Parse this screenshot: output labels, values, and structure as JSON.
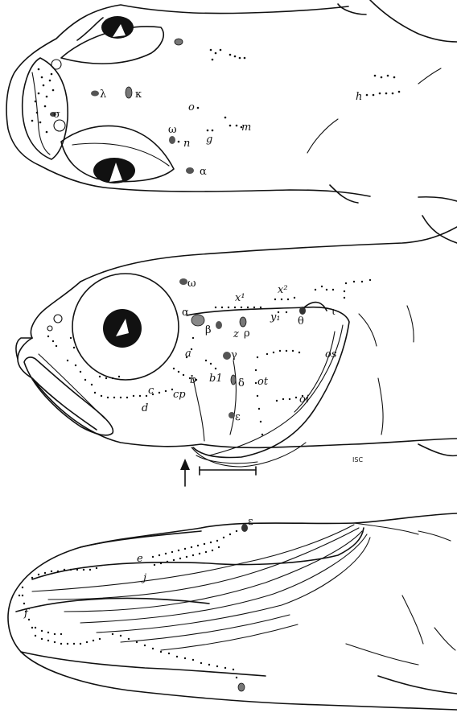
{
  "panels": [
    {
      "id": "dorsal",
      "labels": {
        "lambda": "λ",
        "kappa": "κ",
        "sigma": "σ",
        "omega": "ω",
        "alpha": "α",
        "o": "o",
        "m": "m",
        "n": "n",
        "g": "g",
        "h": "h"
      }
    },
    {
      "id": "lateral",
      "labels": {
        "omega": "ω",
        "alpha": "α",
        "beta": "β",
        "z": "z",
        "rho": "ρ",
        "theta": "θ",
        "iota": "ι",
        "x1": "x¹",
        "x2": "x²",
        "y1": "y₁",
        "a": "a",
        "b": "b",
        "b1": "b1",
        "c": "c",
        "cp": "cp",
        "d": "d",
        "gamma": "γ",
        "delta": "δ",
        "epsilon": "ε",
        "ot": "ot",
        "os": "os",
        "oi": "oi"
      },
      "signature": "ISC"
    },
    {
      "id": "ventral",
      "labels": {
        "epsilon": "ε",
        "e": "e",
        "j": "j",
        "f": "f"
      }
    }
  ]
}
